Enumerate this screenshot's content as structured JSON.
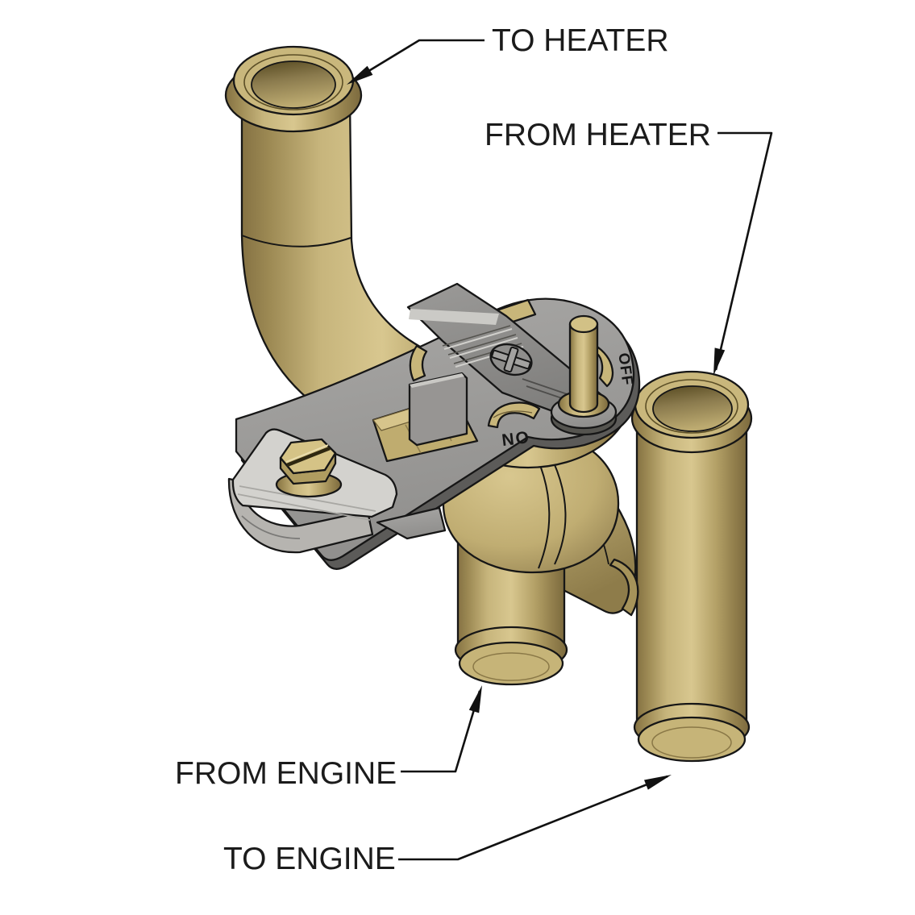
{
  "diagram": {
    "type": "annotated-technical-illustration",
    "subject": "heater-control-valve",
    "annotations": {
      "to_heater": "TO HEATER",
      "from_heater": "FROM HEATER",
      "from_engine": "FROM ENGINE",
      "to_engine": "TO ENGINE"
    },
    "valve_markings": {
      "off": "OFF",
      "no": "NO"
    },
    "colors": {
      "background": "#FFFFFF",
      "brass": "#C2AF74",
      "brass_light": "#D8C78F",
      "brass_dark": "#857243",
      "bracket_gray": "#9C9B99",
      "lever_gray": "#8F8E8C",
      "clamp_gray": "#D3D2CE",
      "outline": "#161616",
      "leader_line": "#111111",
      "label_text": "#1B1B1B"
    }
  }
}
